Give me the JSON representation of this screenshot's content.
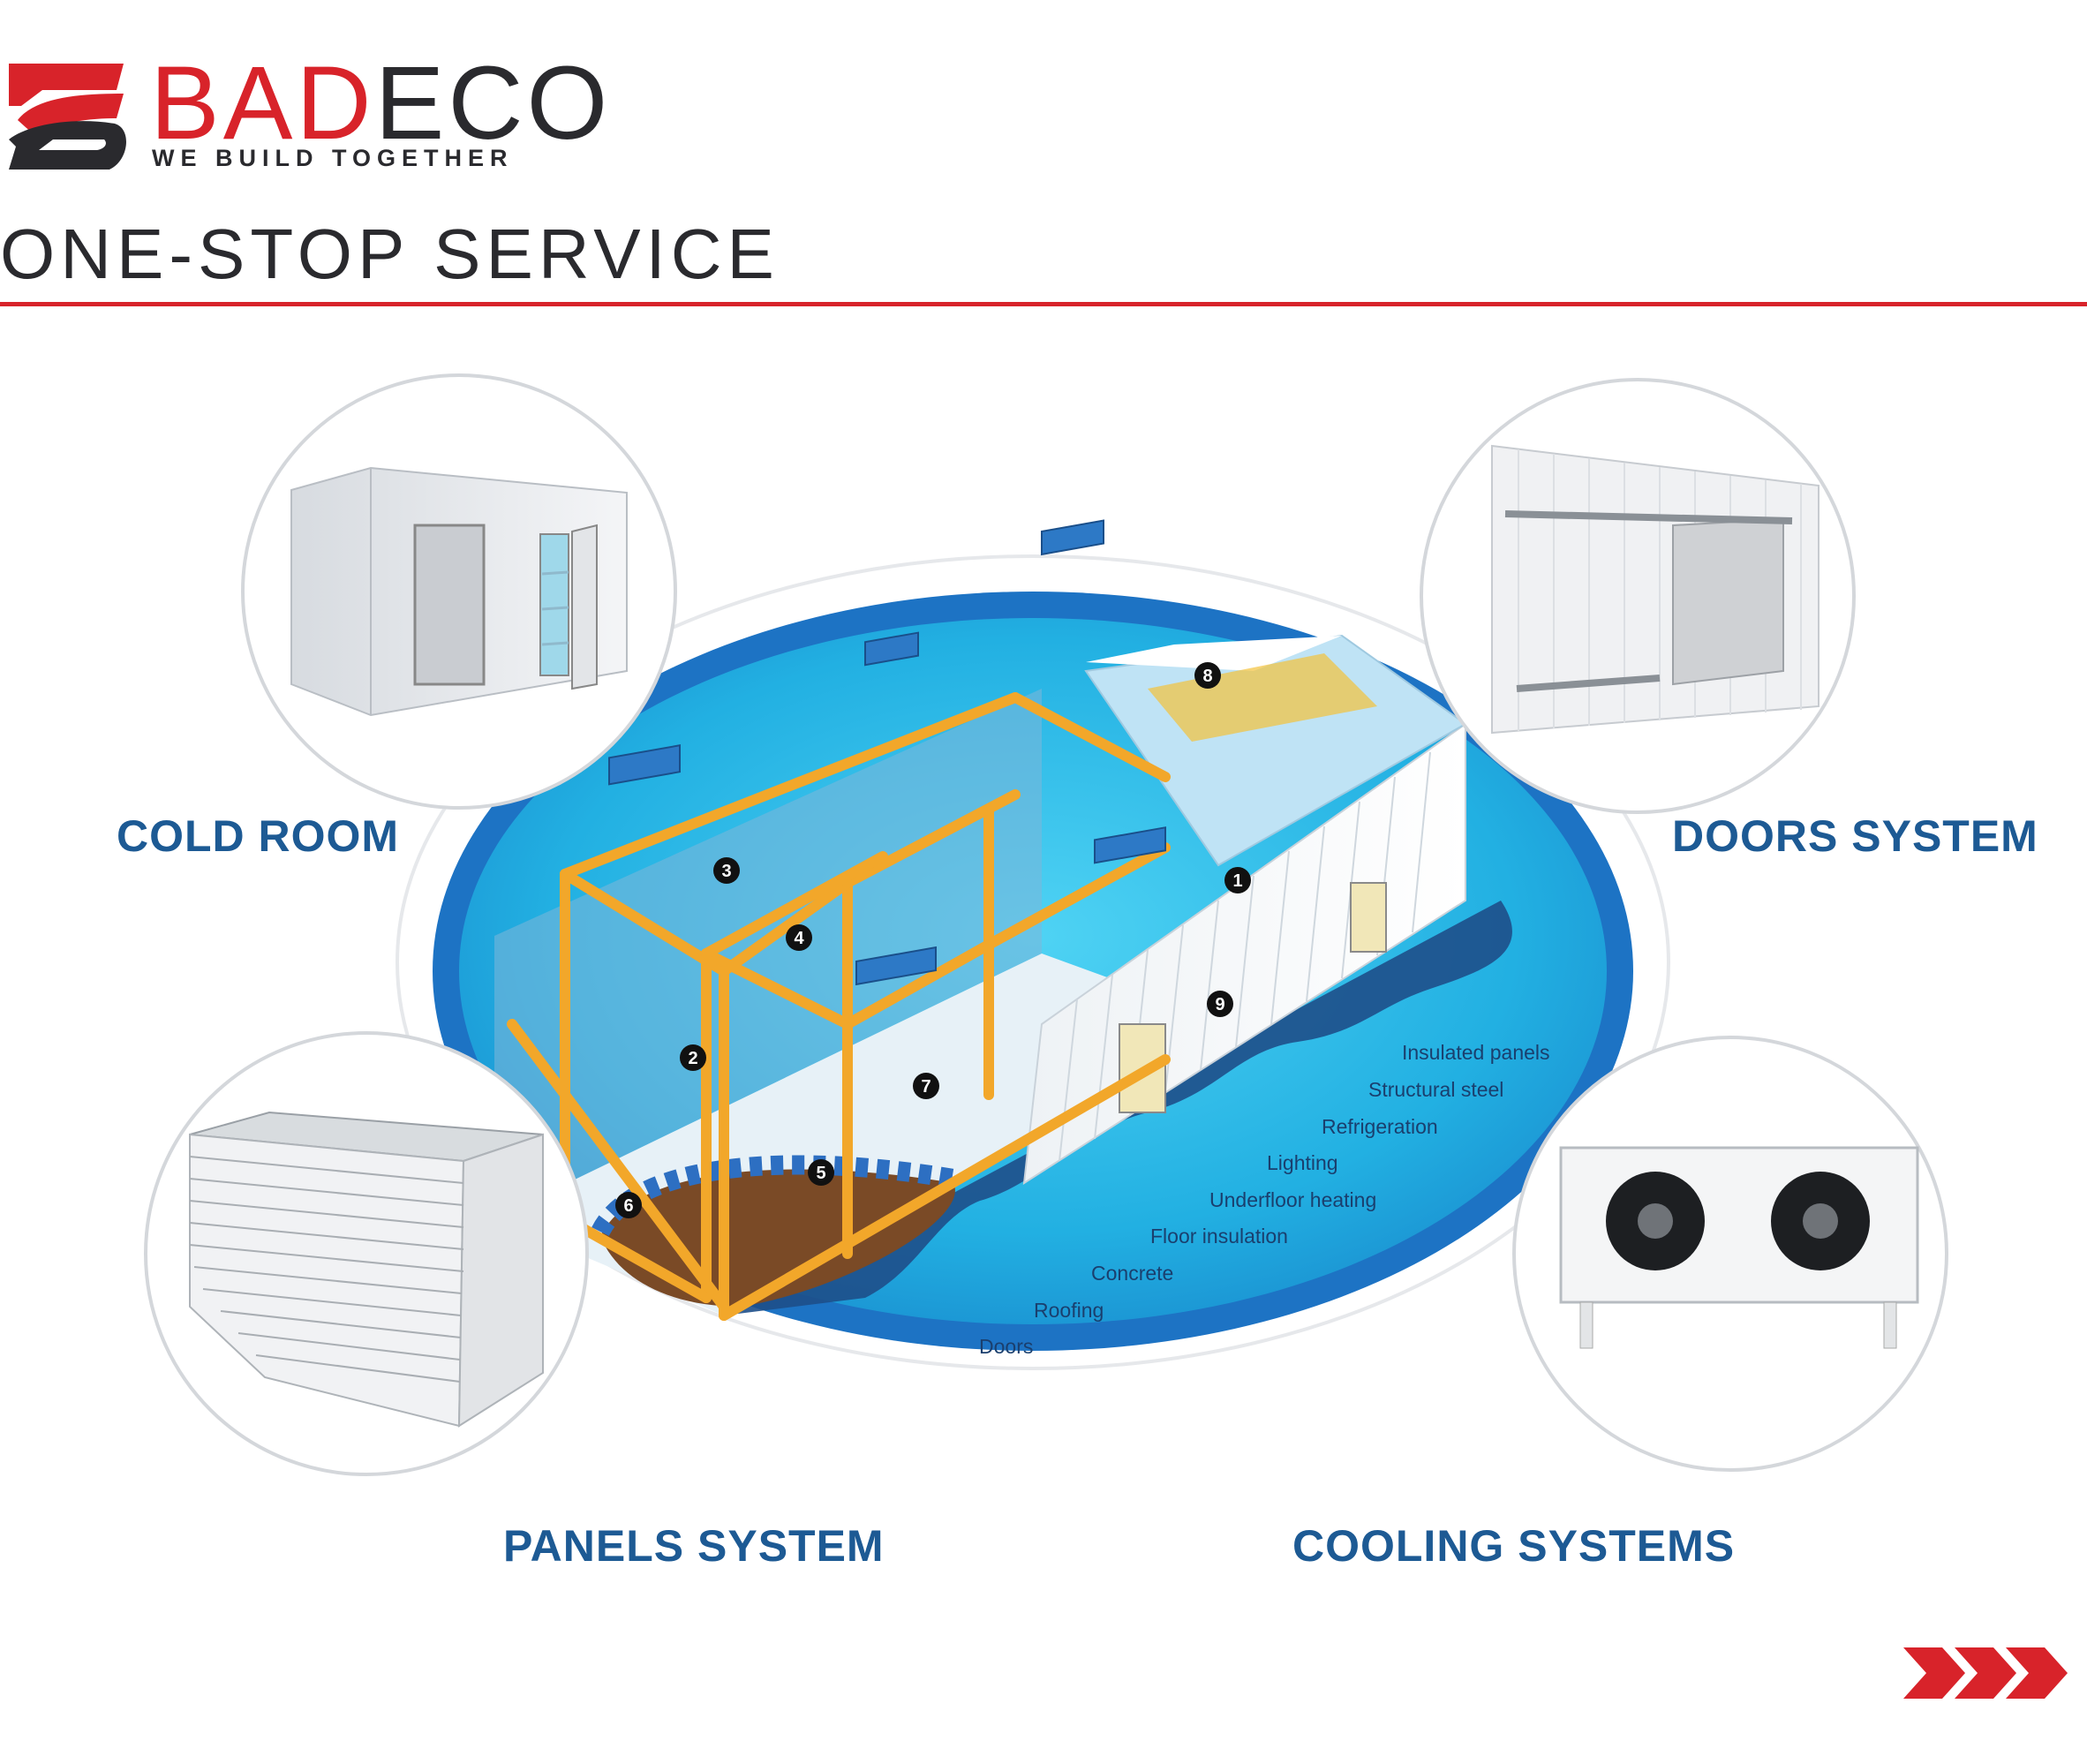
{
  "brand": {
    "name_part1": "BAD",
    "name_part2": "ECO",
    "tagline": "WE BUILD TOGETHER",
    "colors": {
      "red": "#d8232a",
      "dark": "#2a2a2e"
    }
  },
  "page_title": "ONE-STOP SERVICE",
  "services": {
    "cold_room": "COLD ROOM",
    "doors_system": "DOORS SYSTEM",
    "panels_system": "PANELS SYSTEM",
    "cooling_systems": "COOLING SYSTEMS"
  },
  "callouts": [
    "1",
    "2",
    "3",
    "4",
    "5",
    "6",
    "7",
    "8",
    "9"
  ],
  "legend": [
    "Insulated panels",
    "Structural steel",
    "Refrigeration",
    "Lighting",
    "Underfloor heating",
    "Floor insulation",
    "Concrete",
    "Roofing",
    "Doors"
  ],
  "icons": {
    "next": "triple-chevron-right-icon",
    "logo": "badeco-logo-icon"
  },
  "colors": {
    "label_blue": "#1d5a94",
    "oval_blue": "#1d73c4",
    "oval_light": "#28b8e6",
    "steel": "#f2a72a"
  }
}
